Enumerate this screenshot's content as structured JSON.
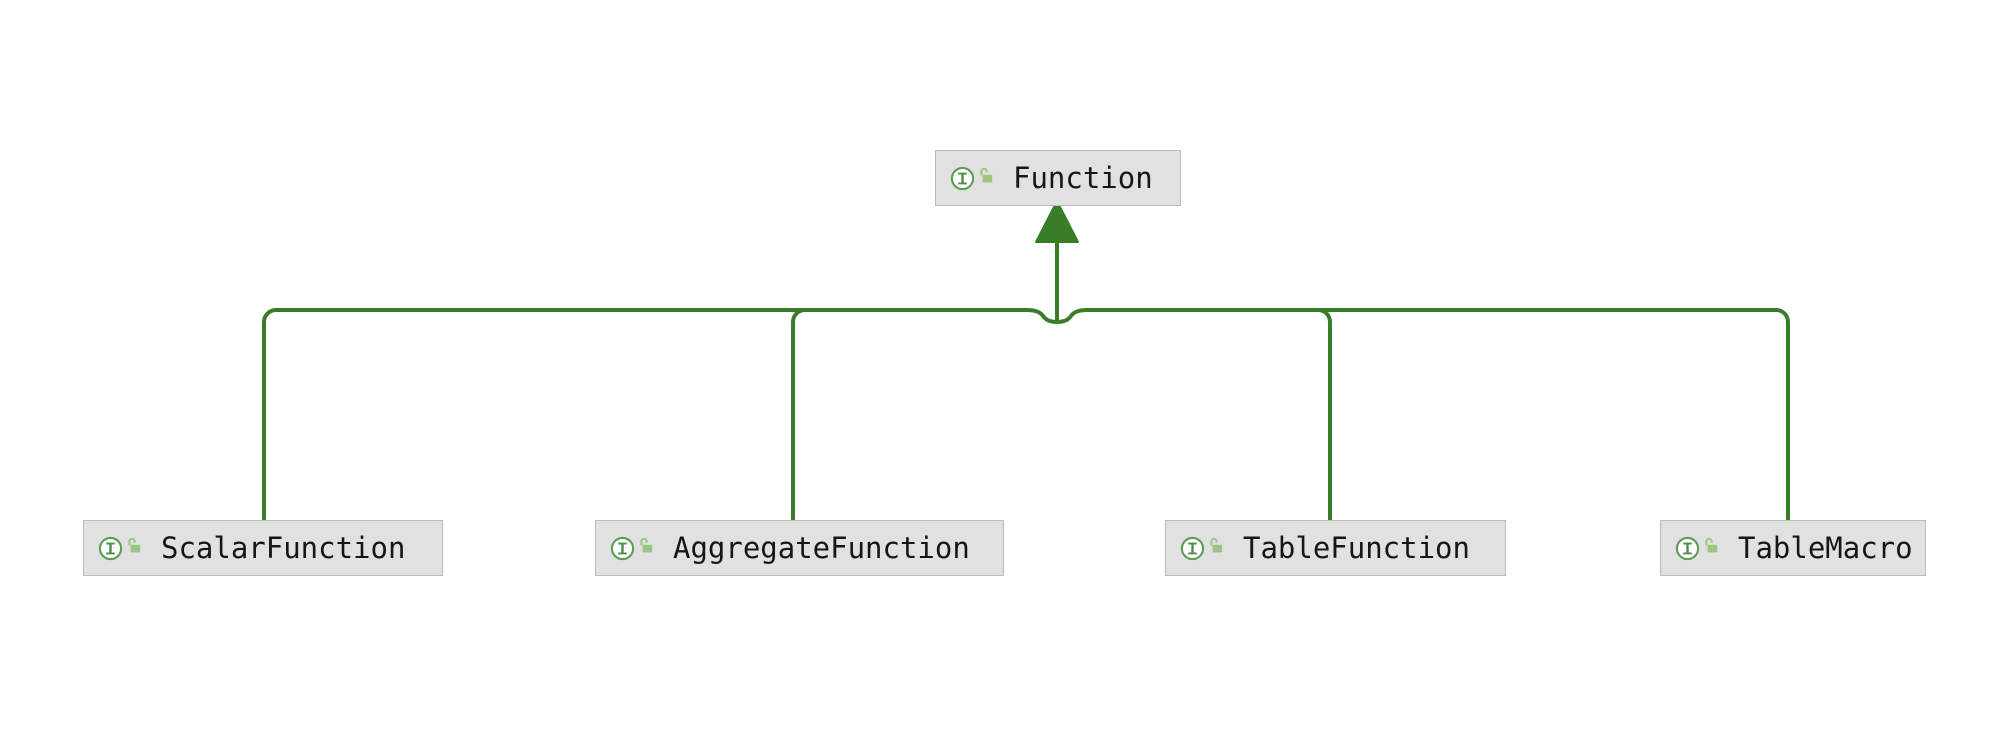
{
  "diagram": {
    "title": "Function interface hierarchy",
    "kind": "uml-class-hierarchy",
    "background_color": "#ffffff",
    "edge_color": "#3a7d28",
    "node_fill_color": "#e1e1e1",
    "node_border_color": "#bcbcbc",
    "node_text_color": "#161616",
    "icon_circle_color": "#5a9e52",
    "icon_lock_color": "#9cc582",
    "relationship": "generalization",
    "arrow_style": "solid-filled-triangle"
  },
  "root": {
    "label": "Function",
    "stereotype_icon": "interface-icon",
    "visibility_icon": "unlocked-padlock-icon",
    "visibility": "public"
  },
  "children": [
    {
      "label": "ScalarFunction",
      "stereotype_icon": "interface-icon",
      "visibility_icon": "unlocked-padlock-icon",
      "visibility": "public"
    },
    {
      "label": "AggregateFunction",
      "stereotype_icon": "interface-icon",
      "visibility_icon": "unlocked-padlock-icon",
      "visibility": "public"
    },
    {
      "label": "TableFunction",
      "stereotype_icon": "interface-icon",
      "visibility_icon": "unlocked-padlock-icon",
      "visibility": "public"
    },
    {
      "label": "TableMacro",
      "stereotype_icon": "interface-icon",
      "visibility_icon": "unlocked-padlock-icon",
      "visibility": "public"
    }
  ]
}
